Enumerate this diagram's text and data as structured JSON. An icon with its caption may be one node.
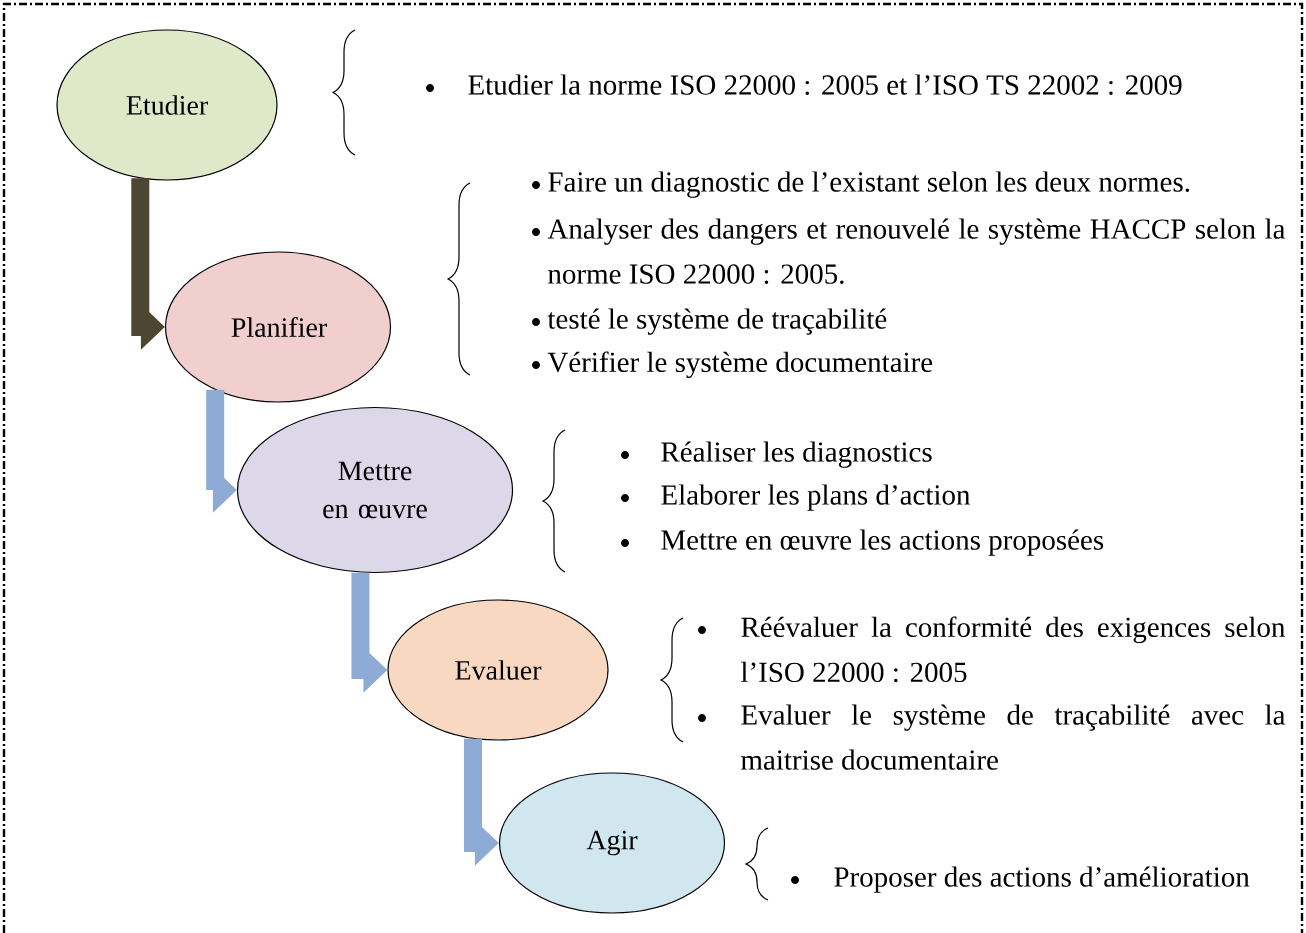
{
  "diagram": {
    "nodes": [
      {
        "text": [
          "Etudier"
        ]
      },
      {
        "text": [
          "Planifier"
        ]
      },
      {
        "text": [
          "Mettre en œuvre"
        ]
      },
      {
        "text": [
          "Evaluer"
        ]
      },
      {
        "text": [
          "Agir"
        ]
      }
    ],
    "edges": [
      {
        "from": 0,
        "to": 1,
        "arrow": "to",
        "color": "#4d4631"
      },
      {
        "from": 1,
        "to": 2,
        "arrow": "to"
      },
      {
        "from": 2,
        "to": 3,
        "arrow": "to"
      },
      {
        "from": 3,
        "to": 4,
        "arrow": "to"
      }
    ],
    "labels": [
      "Etudier la norme ISO 22000 : 2005 et l’ISO TS 22002 : 2009",
      "Faire un diagnostic de l’existant selon les deux normes.",
      "Analyser des dangers et renouvelé le système HACCP selon la norme ISO 22000 : 2005.",
      "testé le système de traçabilité",
      "Vérifier le système documentaire",
      "Réaliser les diagnostics",
      "Elaborer les plans d’action",
      "Mettre en œuvre les actions proposées",
      "Réévaluer la conformité des exigences selon l’ISO 22000 : 2005",
      "Evaluer le système de traçabilité avec la maitrise documentaire",
      "Proposer des actions d’amélioration"
    ]
  }
}
